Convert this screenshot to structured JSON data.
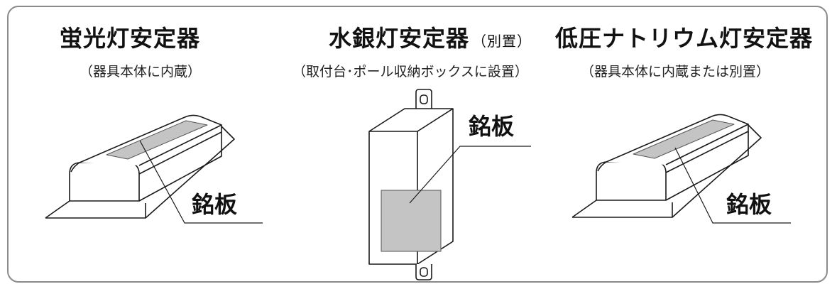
{
  "panels": [
    {
      "title": "蛍光灯安定器",
      "title_paren": "",
      "subtitle": "（器具本体に内蔵）",
      "label": "銘板",
      "shape": "elongated-ballast-icon"
    },
    {
      "title": "水銀灯安定器",
      "title_paren": "（別置）",
      "subtitle": "（取付台･ポール収納ボックスに設置）",
      "label": "銘板",
      "shape": "box-ballast-icon"
    },
    {
      "title": "低圧ナトリウム灯安定器",
      "title_paren": "",
      "subtitle": "（器具本体に内蔵または別置）",
      "label": "銘板",
      "shape": "elongated-ballast-icon"
    }
  ],
  "colors": {
    "nameplate": "#c4c4c4",
    "border": "#8a8a8a",
    "line": "#1a1a1a"
  }
}
